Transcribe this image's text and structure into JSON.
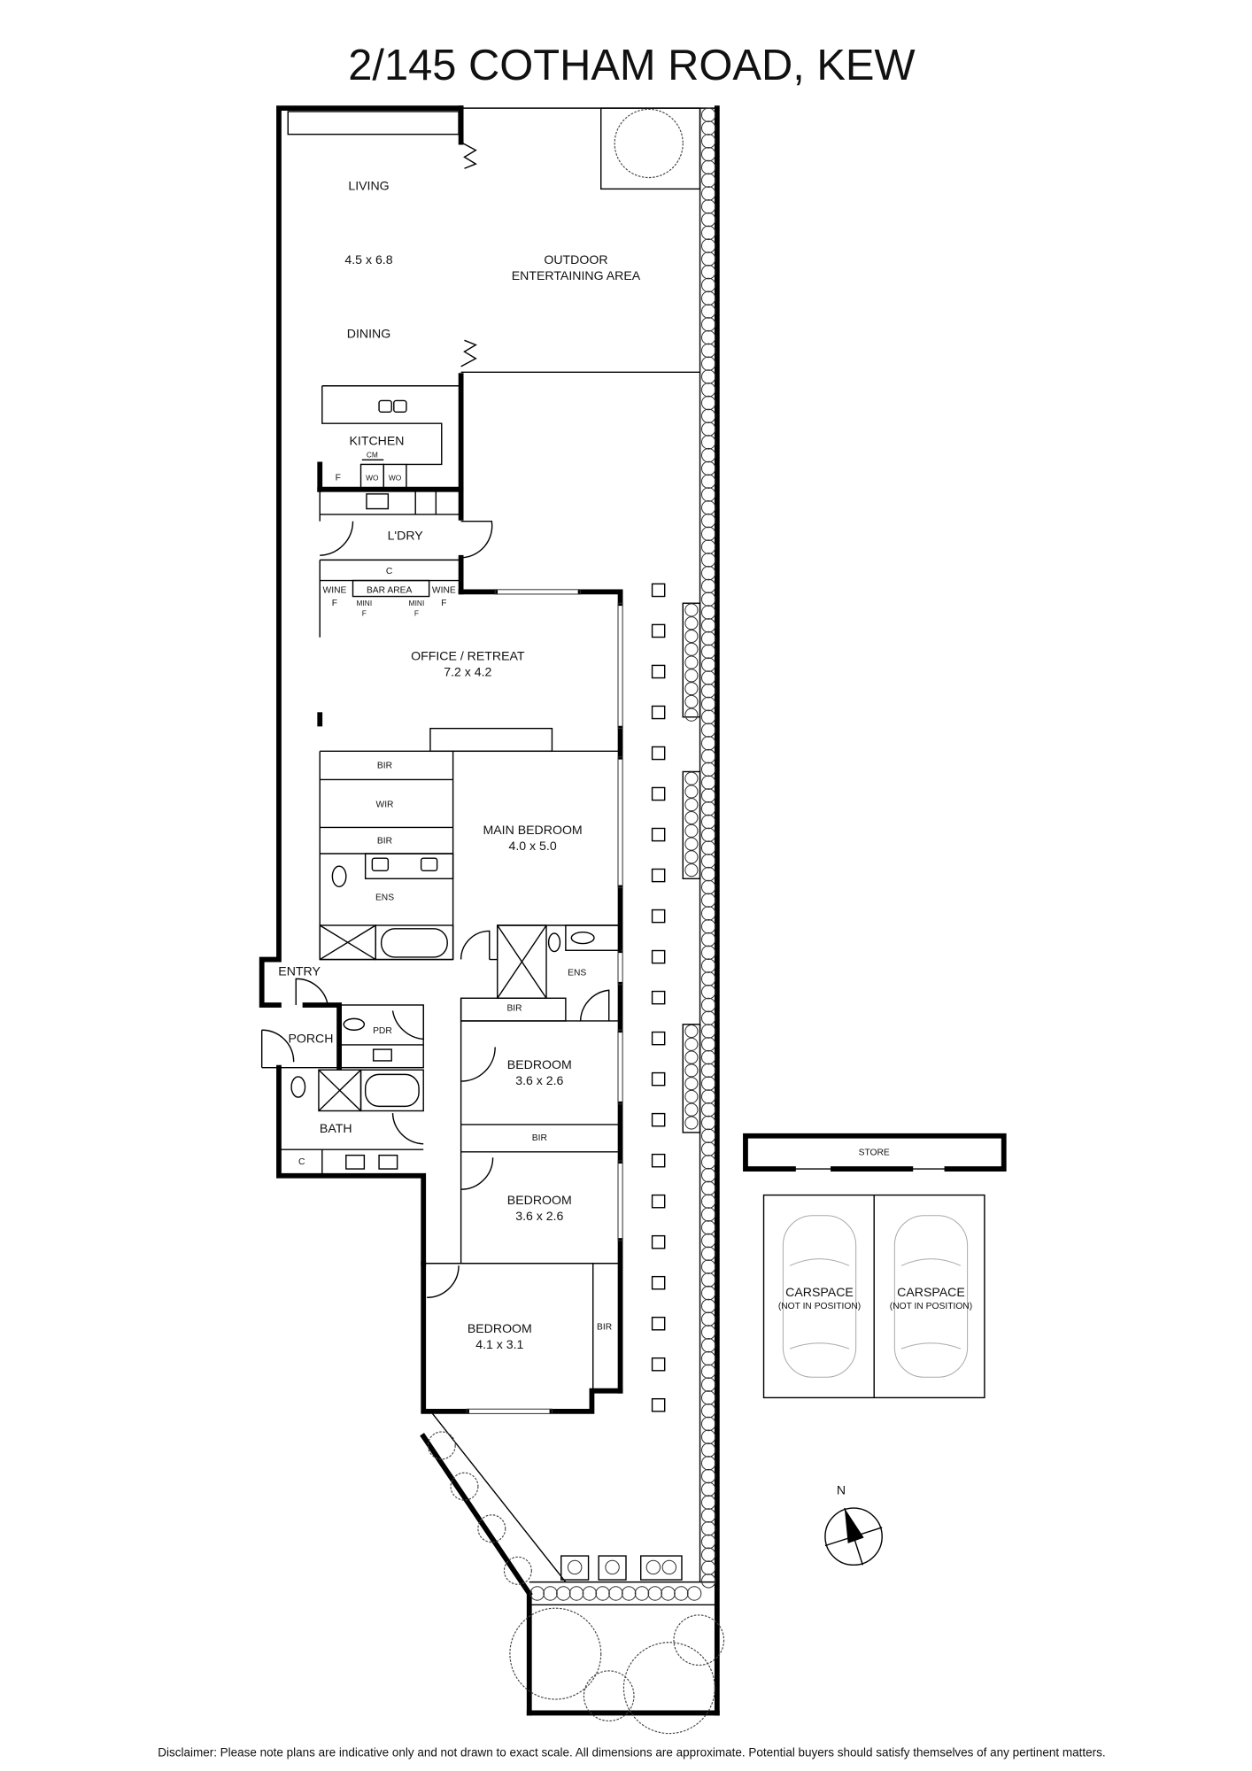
{
  "title": "2/145 COTHAM ROAD, KEW",
  "rooms": {
    "living": "LIVING",
    "living_dims": "4.5 x 6.8",
    "dining": "DINING",
    "outdoor_1": "OUTDOOR",
    "outdoor_2": "ENTERTAINING AREA",
    "kitchen": "KITCHEN",
    "cm": "CM",
    "wo1": "WO",
    "wo2": "WO",
    "fridge": "F",
    "laundry": "L'DRY",
    "laundry_cupboard": "C",
    "wine_left": "WINE",
    "wine_left_f": "F",
    "bar_area": "BAR AREA",
    "mini_1": "MINI",
    "mini_1_f": "F",
    "mini_2": "MINI",
    "mini_2_f": "F",
    "wine_right": "WINE",
    "wine_right_f": "F",
    "office": "OFFICE / RETREAT",
    "office_dims": "7.2 x 4.2",
    "bir_1": "BIR",
    "wir": "WIR",
    "bir_2": "BIR",
    "ens_main": "ENS",
    "main_bedroom": "MAIN BEDROOM",
    "main_bedroom_dims": "4.0 x 5.0",
    "ens_2": "ENS",
    "bir_3": "BIR",
    "entry": "ENTRY",
    "porch": "PORCH",
    "pdr": "PDR",
    "bath": "BATH",
    "bath_cupboard": "C",
    "bedroom_2": "BEDROOM",
    "bedroom_2_dims": "3.6 x 2.6",
    "bir_4": "BIR",
    "bedroom_3": "BEDROOM",
    "bedroom_3_dims": "3.6 x 2.6",
    "bedroom_4": "BEDROOM",
    "bedroom_4_dims": "4.1 x 3.1",
    "bir_5": "BIR",
    "store": "STORE",
    "carspace_1": "CARSPACE",
    "carspace_1_note": "(NOT IN POSITION)",
    "carspace_2": "CARSPACE",
    "carspace_2_note": "(NOT IN POSITION)"
  },
  "compass": {
    "label": "N",
    "icon": "north-arrow-icon"
  },
  "disclaimer": "Disclaimer: Please note plans are indicative only and not drawn to exact scale. All dimensions are approximate. Potential buyers should satisfy themselves of any pertinent matters."
}
